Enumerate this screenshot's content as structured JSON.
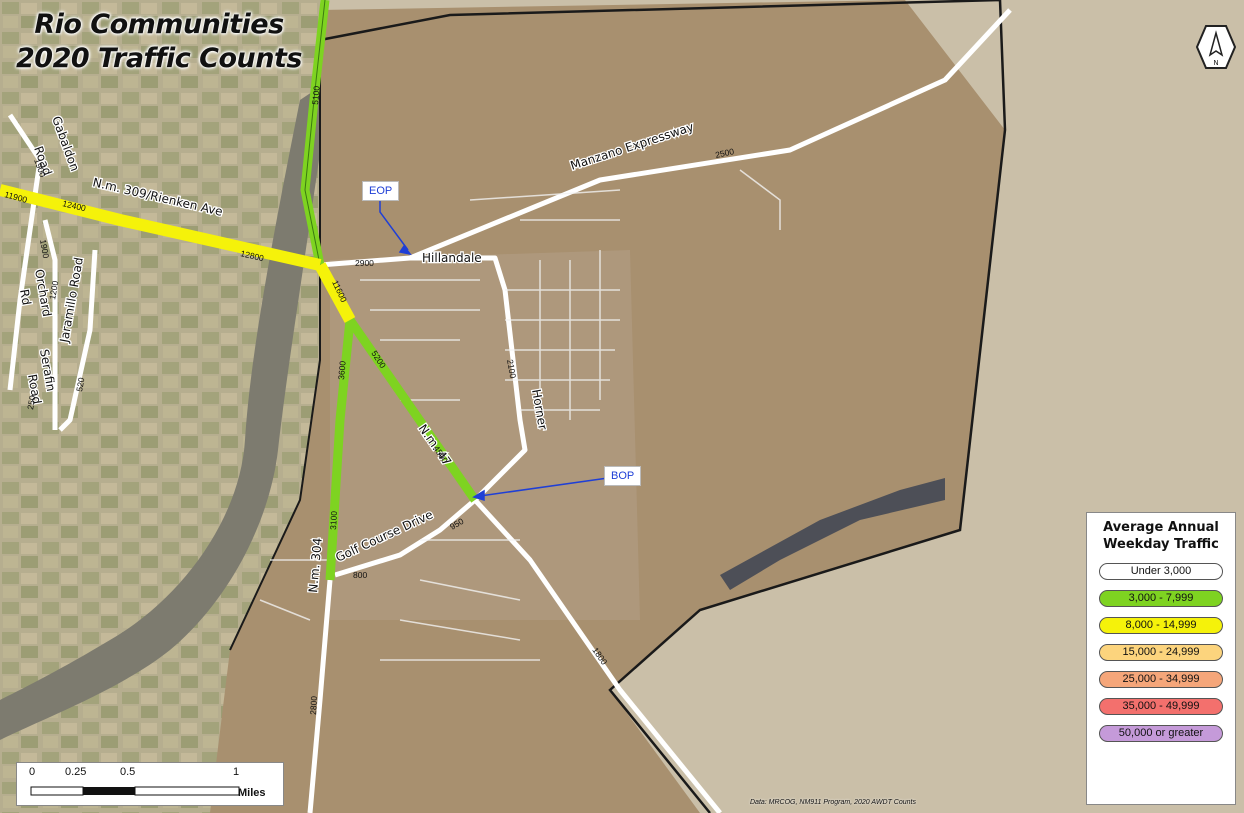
{
  "title": {
    "line1": "Rio Communities",
    "line2": "2020 Traffic Counts"
  },
  "roads": {
    "gabaldon": "Gabaldon",
    "gabaldon_road": "Road",
    "nm309": "N.m. 309/Rienken Ave",
    "orchard": "Orchard",
    "orchard_rd": "Rd",
    "jaramillo": "Jaramillo Road",
    "serafin": "Serafin",
    "serafin_road": "Road",
    "manzano": "Manzano Expressway",
    "hillandale": "Hillandale",
    "horner": "Horner",
    "nm47": "N.m. 47",
    "nm304": "N.m. 304",
    "golf": "Golf Course Drive"
  },
  "counts": {
    "c5100": "5100",
    "c11900": "11900",
    "c12400": "12400",
    "c12800": "12800",
    "c2900": "2900",
    "c11600": "11600",
    "c2500": "2500",
    "c5200": "5200",
    "c3600": "3600",
    "c4500": "4500",
    "c3100": "3100",
    "c800": "800",
    "c950": "950",
    "c2100": "2100",
    "c1800": "1800",
    "c1900": "1900",
    "c2800": "2800",
    "c250": "250",
    "c520": "520",
    "c1900b": "1900",
    "c1200": "1200"
  },
  "callouts": {
    "eop": "EOP",
    "bop": "BOP"
  },
  "legend": {
    "title_line1": "Average Annual",
    "title_line2": "Weekday Traffic",
    "items": [
      {
        "label": "Under 3,000",
        "color": "#ffffff"
      },
      {
        "label": "3,000 - 7,999",
        "color": "#7ed321"
      },
      {
        "label": "8,000 - 14,999",
        "color": "#f5f20a"
      },
      {
        "label": "15,000 - 24,999",
        "color": "#fcd47d"
      },
      {
        "label": "25,000 - 34,999",
        "color": "#f5a67a"
      },
      {
        "label": "35,000 - 49,999",
        "color": "#f3706d"
      },
      {
        "label": "50,000 or greater",
        "color": "#c59ad9"
      }
    ]
  },
  "scale": {
    "t0": "0",
    "t1": "0.25",
    "t2": "0.5",
    "t3": "1",
    "unit": "Miles"
  },
  "north": {
    "label": "N",
    "icon": "north-arrow-icon"
  },
  "credit": "Data: MRCOG, NM911 Program, 2020 AWDT Counts",
  "colors": {
    "green_road": "#7ed321",
    "yellow_road": "#f5f20a",
    "white_road": "#ffffff",
    "boundary": "#1a1a1a",
    "callout_text": "#1f3fd6"
  }
}
